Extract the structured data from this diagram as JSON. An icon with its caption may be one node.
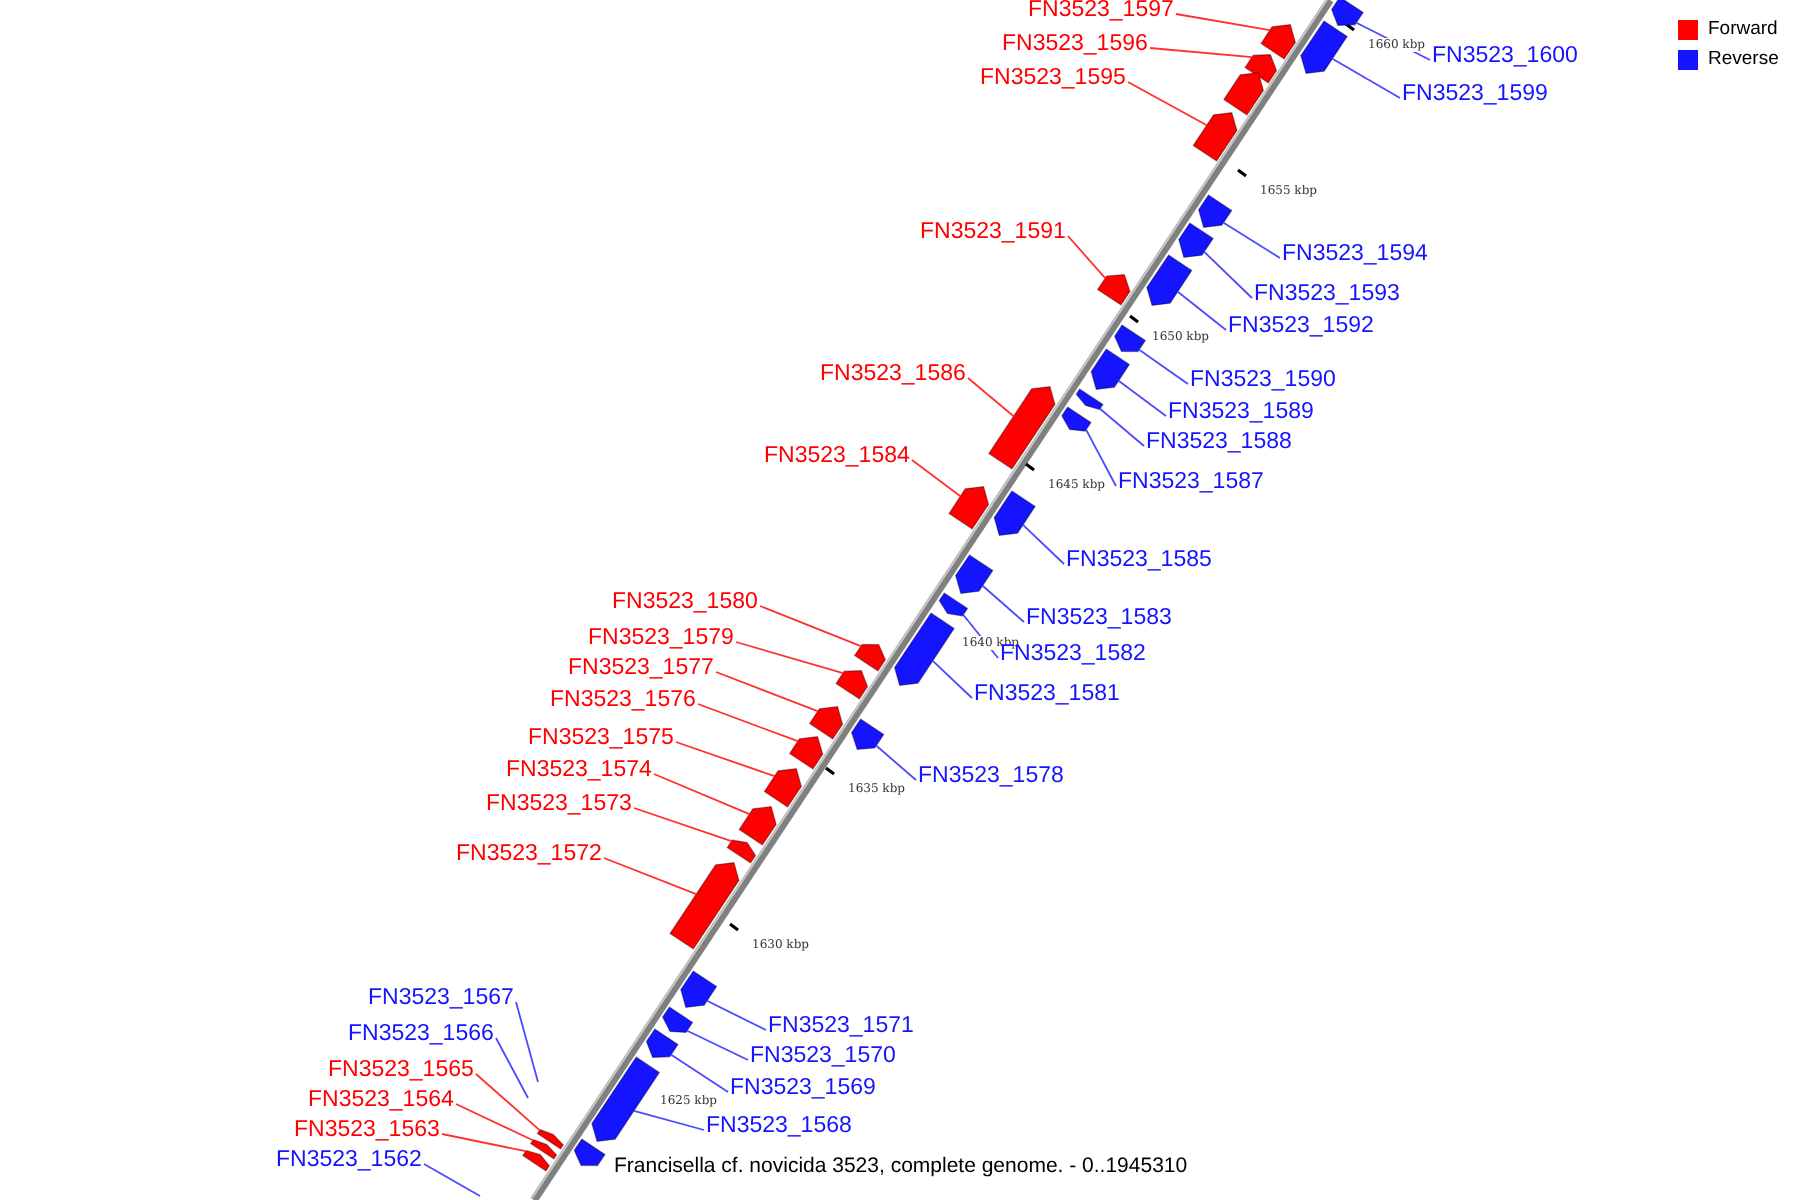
{
  "diagram": {
    "caption": "Francisella cf. novicida 3523, complete genome. - 0..1945310",
    "nodes": [
      {
        "text": [
          "FN3523_1597"
        ]
      },
      {
        "text": [
          "FN3523_1596"
        ]
      },
      {
        "text": [
          "FN3523_1600"
        ]
      },
      {
        "text": [
          "FN3523_1595"
        ]
      },
      {
        "text": [
          "FN3523_1599"
        ]
      },
      {
        "text": [
          "FN3523_1591"
        ]
      },
      {
        "text": [
          "FN3523_1594"
        ]
      },
      {
        "text": [
          "FN3523_1593"
        ]
      },
      {
        "text": [
          "FN3523_1592"
        ]
      },
      {
        "text": [
          "FN3523_1586"
        ]
      },
      {
        "text": [
          "FN3523_1590"
        ]
      },
      {
        "text": [
          "FN3523_1589"
        ]
      },
      {
        "text": [
          "FN3523_1588"
        ]
      },
      {
        "text": [
          "FN3523_1584"
        ]
      },
      {
        "text": [
          "FN3523_1587"
        ]
      },
      {
        "text": [
          "FN3523_1585"
        ]
      },
      {
        "text": [
          "FN3523_1580"
        ]
      },
      {
        "text": [
          "FN3523_1583"
        ]
      },
      {
        "text": [
          "FN3523_1579"
        ]
      },
      {
        "text": [
          "FN3523_1582"
        ]
      },
      {
        "text": [
          "FN3523_1577"
        ]
      },
      {
        "text": [
          "FN3523_1581"
        ]
      },
      {
        "text": [
          "FN3523_1576"
        ]
      },
      {
        "text": [
          "FN3523_1575"
        ]
      },
      {
        "text": [
          "FN3523_1574"
        ]
      },
      {
        "text": [
          "FN3523_1578"
        ]
      },
      {
        "text": [
          "FN3523_1573"
        ]
      },
      {
        "text": [
          "FN3523_1572"
        ]
      },
      {
        "text": [
          "FN3523_1567"
        ]
      },
      {
        "text": [
          "FN3523_1571"
        ]
      },
      {
        "text": [
          "FN3523_1566"
        ]
      },
      {
        "text": [
          "FN3523_1570"
        ]
      },
      {
        "text": [
          "FN3523_1565"
        ]
      },
      {
        "text": [
          "FN3523_1569"
        ]
      },
      {
        "text": [
          "FN3523_1564"
        ]
      },
      {
        "text": [
          "FN3523_1568"
        ]
      },
      {
        "text": [
          "FN3523_1563"
        ]
      },
      {
        "text": [
          "FN3523_1562"
        ]
      },
      {
        "text": [],
        "shape": "bar"
      },
      {
        "text": [],
        "shape": "bar"
      },
      {
        "text": [],
        "shape": "bar"
      },
      {
        "text": [],
        "shape": "bar"
      },
      {
        "text": [],
        "shape": "bar"
      },
      {
        "text": [],
        "shape": "bar"
      },
      {
        "text": [],
        "shape": "bar"
      },
      {
        "text": [],
        "shape": "bar"
      },
      {
        "text": [],
        "shape": "bar"
      },
      {
        "text": [],
        "shape": "bar"
      },
      {
        "text": [],
        "shape": "bar"
      },
      {
        "text": [],
        "shape": "bar"
      },
      {
        "text": [],
        "shape": "bar"
      },
      {
        "text": [],
        "shape": "bar"
      },
      {
        "text": [],
        "shape": "bar"
      },
      {
        "text": [],
        "shape": "bar"
      },
      {
        "text": [],
        "shape": "bar"
      },
      {
        "text": [],
        "shape": "bar"
      },
      {
        "text": [],
        "shape": "bar"
      },
      {
        "text": [],
        "shape": "bar"
      },
      {
        "text": [],
        "shape": "bar"
      },
      {
        "text": [],
        "shape": "bar"
      },
      {
        "text": [],
        "shape": "bar"
      },
      {
        "text": [],
        "shape": "bar"
      },
      {
        "text": [],
        "shape": "bar"
      },
      {
        "text": [],
        "shape": "bar"
      },
      {
        "text": [],
        "shape": "bar"
      },
      {
        "text": [],
        "shape": "bar"
      },
      {
        "text": [],
        "shape": "bar"
      },
      {
        "text": [],
        "shape": "bar"
      },
      {
        "text": [],
        "shape": "bar"
      },
      {
        "text": [],
        "shape": "bar"
      },
      {
        "text": [],
        "shape": "bar"
      },
      {
        "text": [],
        "shape": "bar"
      },
      {
        "text": [],
        "shape": "bar"
      },
      {
        "text": [],
        "shape": "bar"
      },
      {
        "text": [],
        "shape": "bar"
      }
    ],
    "edges": [
      {
        "from": 0,
        "to": 40,
        "arrow": "none",
        "color": "#ff3030"
      },
      {
        "from": 1,
        "to": 41,
        "arrow": "none",
        "color": "#ff3030"
      },
      {
        "from": 2,
        "to": 38,
        "arrow": "none"
      },
      {
        "from": 3,
        "to": 43,
        "arrow": "none",
        "color": "#ff3030"
      },
      {
        "from": 4,
        "to": 39,
        "arrow": "none"
      },
      {
        "from": 5,
        "to": 47,
        "arrow": "none",
        "color": "#ff3030"
      },
      {
        "from": 6,
        "to": 44,
        "arrow": "none"
      },
      {
        "from": 7,
        "to": 45,
        "arrow": "none"
      },
      {
        "from": 8,
        "to": 46,
        "arrow": "none"
      },
      {
        "from": 9,
        "to": 51,
        "arrow": "none",
        "color": "#ff3030"
      },
      {
        "from": 10,
        "to": 48,
        "arrow": "none"
      },
      {
        "from": 11,
        "to": 49,
        "arrow": "none"
      },
      {
        "from": 12,
        "to": 50,
        "arrow": "none"
      },
      {
        "from": 13,
        "to": 54,
        "arrow": "none",
        "color": "#ff3030"
      },
      {
        "from": 14,
        "to": 52,
        "arrow": "none"
      },
      {
        "from": 15,
        "to": 53,
        "arrow": "none"
      },
      {
        "from": 16,
        "to": 58,
        "arrow": "none",
        "color": "#ff3030"
      },
      {
        "from": 17,
        "to": 55,
        "arrow": "none"
      },
      {
        "from": 18,
        "to": 59,
        "arrow": "none",
        "color": "#ff3030"
      },
      {
        "from": 19,
        "to": 56,
        "arrow": "none"
      },
      {
        "from": 20,
        "to": 61,
        "arrow": "none",
        "color": "#ff3030"
      },
      {
        "from": 21,
        "to": 57,
        "arrow": "none"
      },
      {
        "from": 22,
        "to": 62,
        "arrow": "none",
        "color": "#ff3030"
      },
      {
        "from": 23,
        "to": 63,
        "arrow": "none",
        "color": "#ff3030"
      },
      {
        "from": 24,
        "to": 64,
        "arrow": "none",
        "color": "#ff3030"
      },
      {
        "from": 25,
        "to": 60,
        "arrow": "none"
      },
      {
        "from": 26,
        "to": 65,
        "arrow": "none",
        "color": "#ff3030"
      },
      {
        "from": 27,
        "to": 66,
        "arrow": "none",
        "color": "#ff3030"
      },
      {
        "from": 28,
        "to": null,
        "arrow": "none"
      },
      {
        "from": 29,
        "to": 67,
        "arrow": "none"
      },
      {
        "from": 30,
        "to": null,
        "arrow": "none"
      },
      {
        "from": 31,
        "to": 68,
        "arrow": "none"
      },
      {
        "from": 32,
        "to": 72,
        "arrow": "none",
        "color": "#ff3030"
      },
      {
        "from": 33,
        "to": 69,
        "arrow": "none"
      },
      {
        "from": 34,
        "to": 73,
        "arrow": "none",
        "color": "#ff3030"
      },
      {
        "from": 35,
        "to": 70,
        "arrow": "none"
      },
      {
        "from": 36,
        "to": 74,
        "arrow": "none",
        "color": "#ff3030"
      },
      {
        "from": 37,
        "to": null,
        "arrow": "none"
      }
    ],
    "labels": [
      "1660 kbp",
      "1655 kbp",
      "1650 kbp",
      "1645 kbp",
      "1640 kbp",
      "1635 kbp",
      "1630 kbp",
      "1625 kbp"
    ],
    "legend": [
      {
        "text": "Forward",
        "color": "#ff0000"
      },
      {
        "text": "Reverse",
        "color": "#1414ff"
      }
    ]
  }
}
